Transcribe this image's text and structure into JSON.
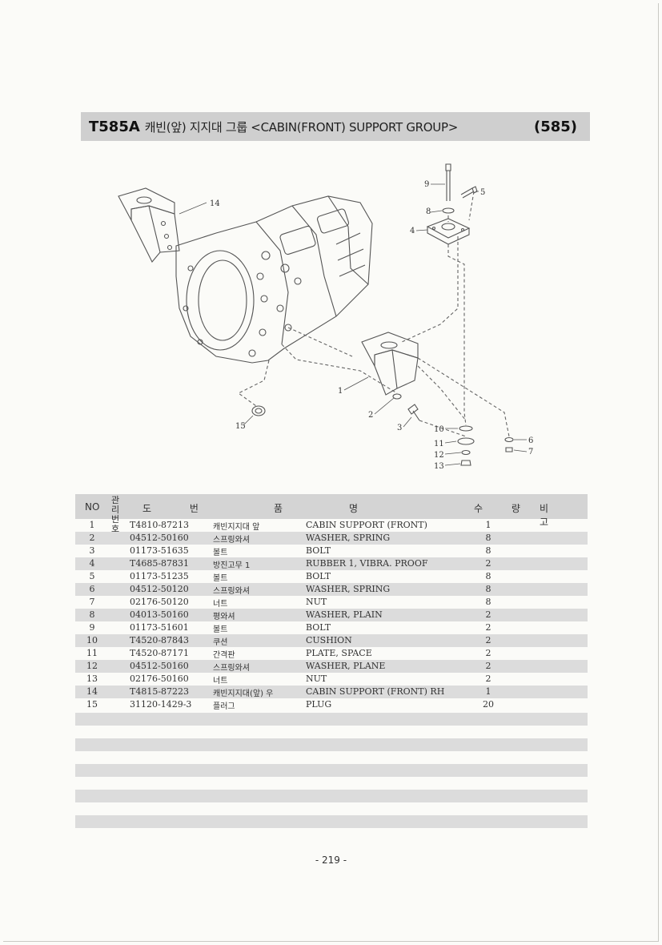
{
  "header": {
    "code": "T585A",
    "title": "캐빈(앞) 지지대 그룹 <CABIN(FRONT) SUPPORT GROUP>",
    "group_number": "(585)"
  },
  "diagram": {
    "callouts": [
      "1",
      "2",
      "3",
      "4",
      "5",
      "6",
      "7",
      "8",
      "9",
      "10",
      "11",
      "12",
      "13",
      "14",
      "15"
    ]
  },
  "table": {
    "headers": {
      "no": "NO",
      "mgmt_line1": "관리",
      "mgmt_line2": "번호",
      "code": "도 번",
      "name_kr": "품",
      "name_en": "명",
      "qty": "수 량",
      "note": "비 고"
    },
    "rows": [
      {
        "no": "1",
        "code": "T4810-87213",
        "name_kr": "캐빈지지대 앞",
        "name_en": "CABIN SUPPORT (FRONT)",
        "qty": "1"
      },
      {
        "no": "2",
        "code": "04512-50160",
        "name_kr": "스프링와셔",
        "name_en": "WASHER, SPRING",
        "qty": "8"
      },
      {
        "no": "3",
        "code": "01173-51635",
        "name_kr": "볼트",
        "name_en": "BOLT",
        "qty": "8"
      },
      {
        "no": "4",
        "code": "T4685-87831",
        "name_kr": "방진고무 1",
        "name_en": "RUBBER 1, VIBRA. PROOF",
        "qty": "2"
      },
      {
        "no": "5",
        "code": "01173-51235",
        "name_kr": "볼트",
        "name_en": "BOLT",
        "qty": "8"
      },
      {
        "no": "6",
        "code": "04512-50120",
        "name_kr": "스프링와셔",
        "name_en": "WASHER, SPRING",
        "qty": "8"
      },
      {
        "no": "7",
        "code": "02176-50120",
        "name_kr": "너트",
        "name_en": "NUT",
        "qty": "8"
      },
      {
        "no": "8",
        "code": "04013-50160",
        "name_kr": "평와셔",
        "name_en": "WASHER, PLAIN",
        "qty": "2"
      },
      {
        "no": "9",
        "code": "01173-51601",
        "name_kr": "볼트",
        "name_en": "BOLT",
        "qty": "2"
      },
      {
        "no": "10",
        "code": "T4520-87843",
        "name_kr": "쿠션",
        "name_en": "CUSHION",
        "qty": "2"
      },
      {
        "no": "11",
        "code": "T4520-87171",
        "name_kr": "간격판",
        "name_en": "PLATE, SPACE",
        "qty": "2"
      },
      {
        "no": "12",
        "code": "04512-50160",
        "name_kr": "스프링와셔",
        "name_en": "WASHER, PLANE",
        "qty": "2"
      },
      {
        "no": "13",
        "code": "02176-50160",
        "name_kr": "너트",
        "name_en": "NUT",
        "qty": "2"
      },
      {
        "no": "14",
        "code": "T4815-87223",
        "name_kr": "캐빈지지대(앞) 우",
        "name_en": "CABIN SUPPORT (FRONT) RH",
        "qty": "1"
      },
      {
        "no": "15",
        "code": "31120-1429-3",
        "name_kr": "플러그",
        "name_en": "PLUG",
        "qty": "20"
      }
    ]
  },
  "footer": {
    "page_number": "- 219 -"
  }
}
